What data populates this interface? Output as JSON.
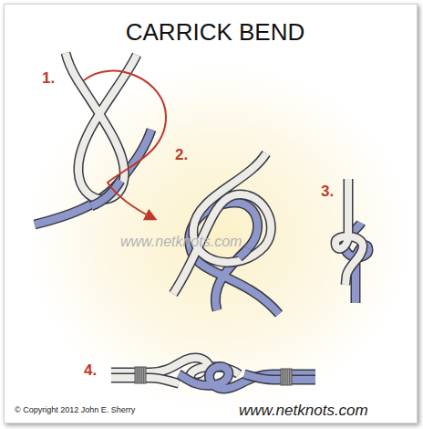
{
  "diagram": {
    "title": "CARRICK BEND",
    "labels": [
      "1.",
      "2.",
      "3.",
      "4.",
      "www.netknots.com",
      "© Copyright 2012 John E. Sherry",
      "www.netknots.com"
    ]
  }
}
